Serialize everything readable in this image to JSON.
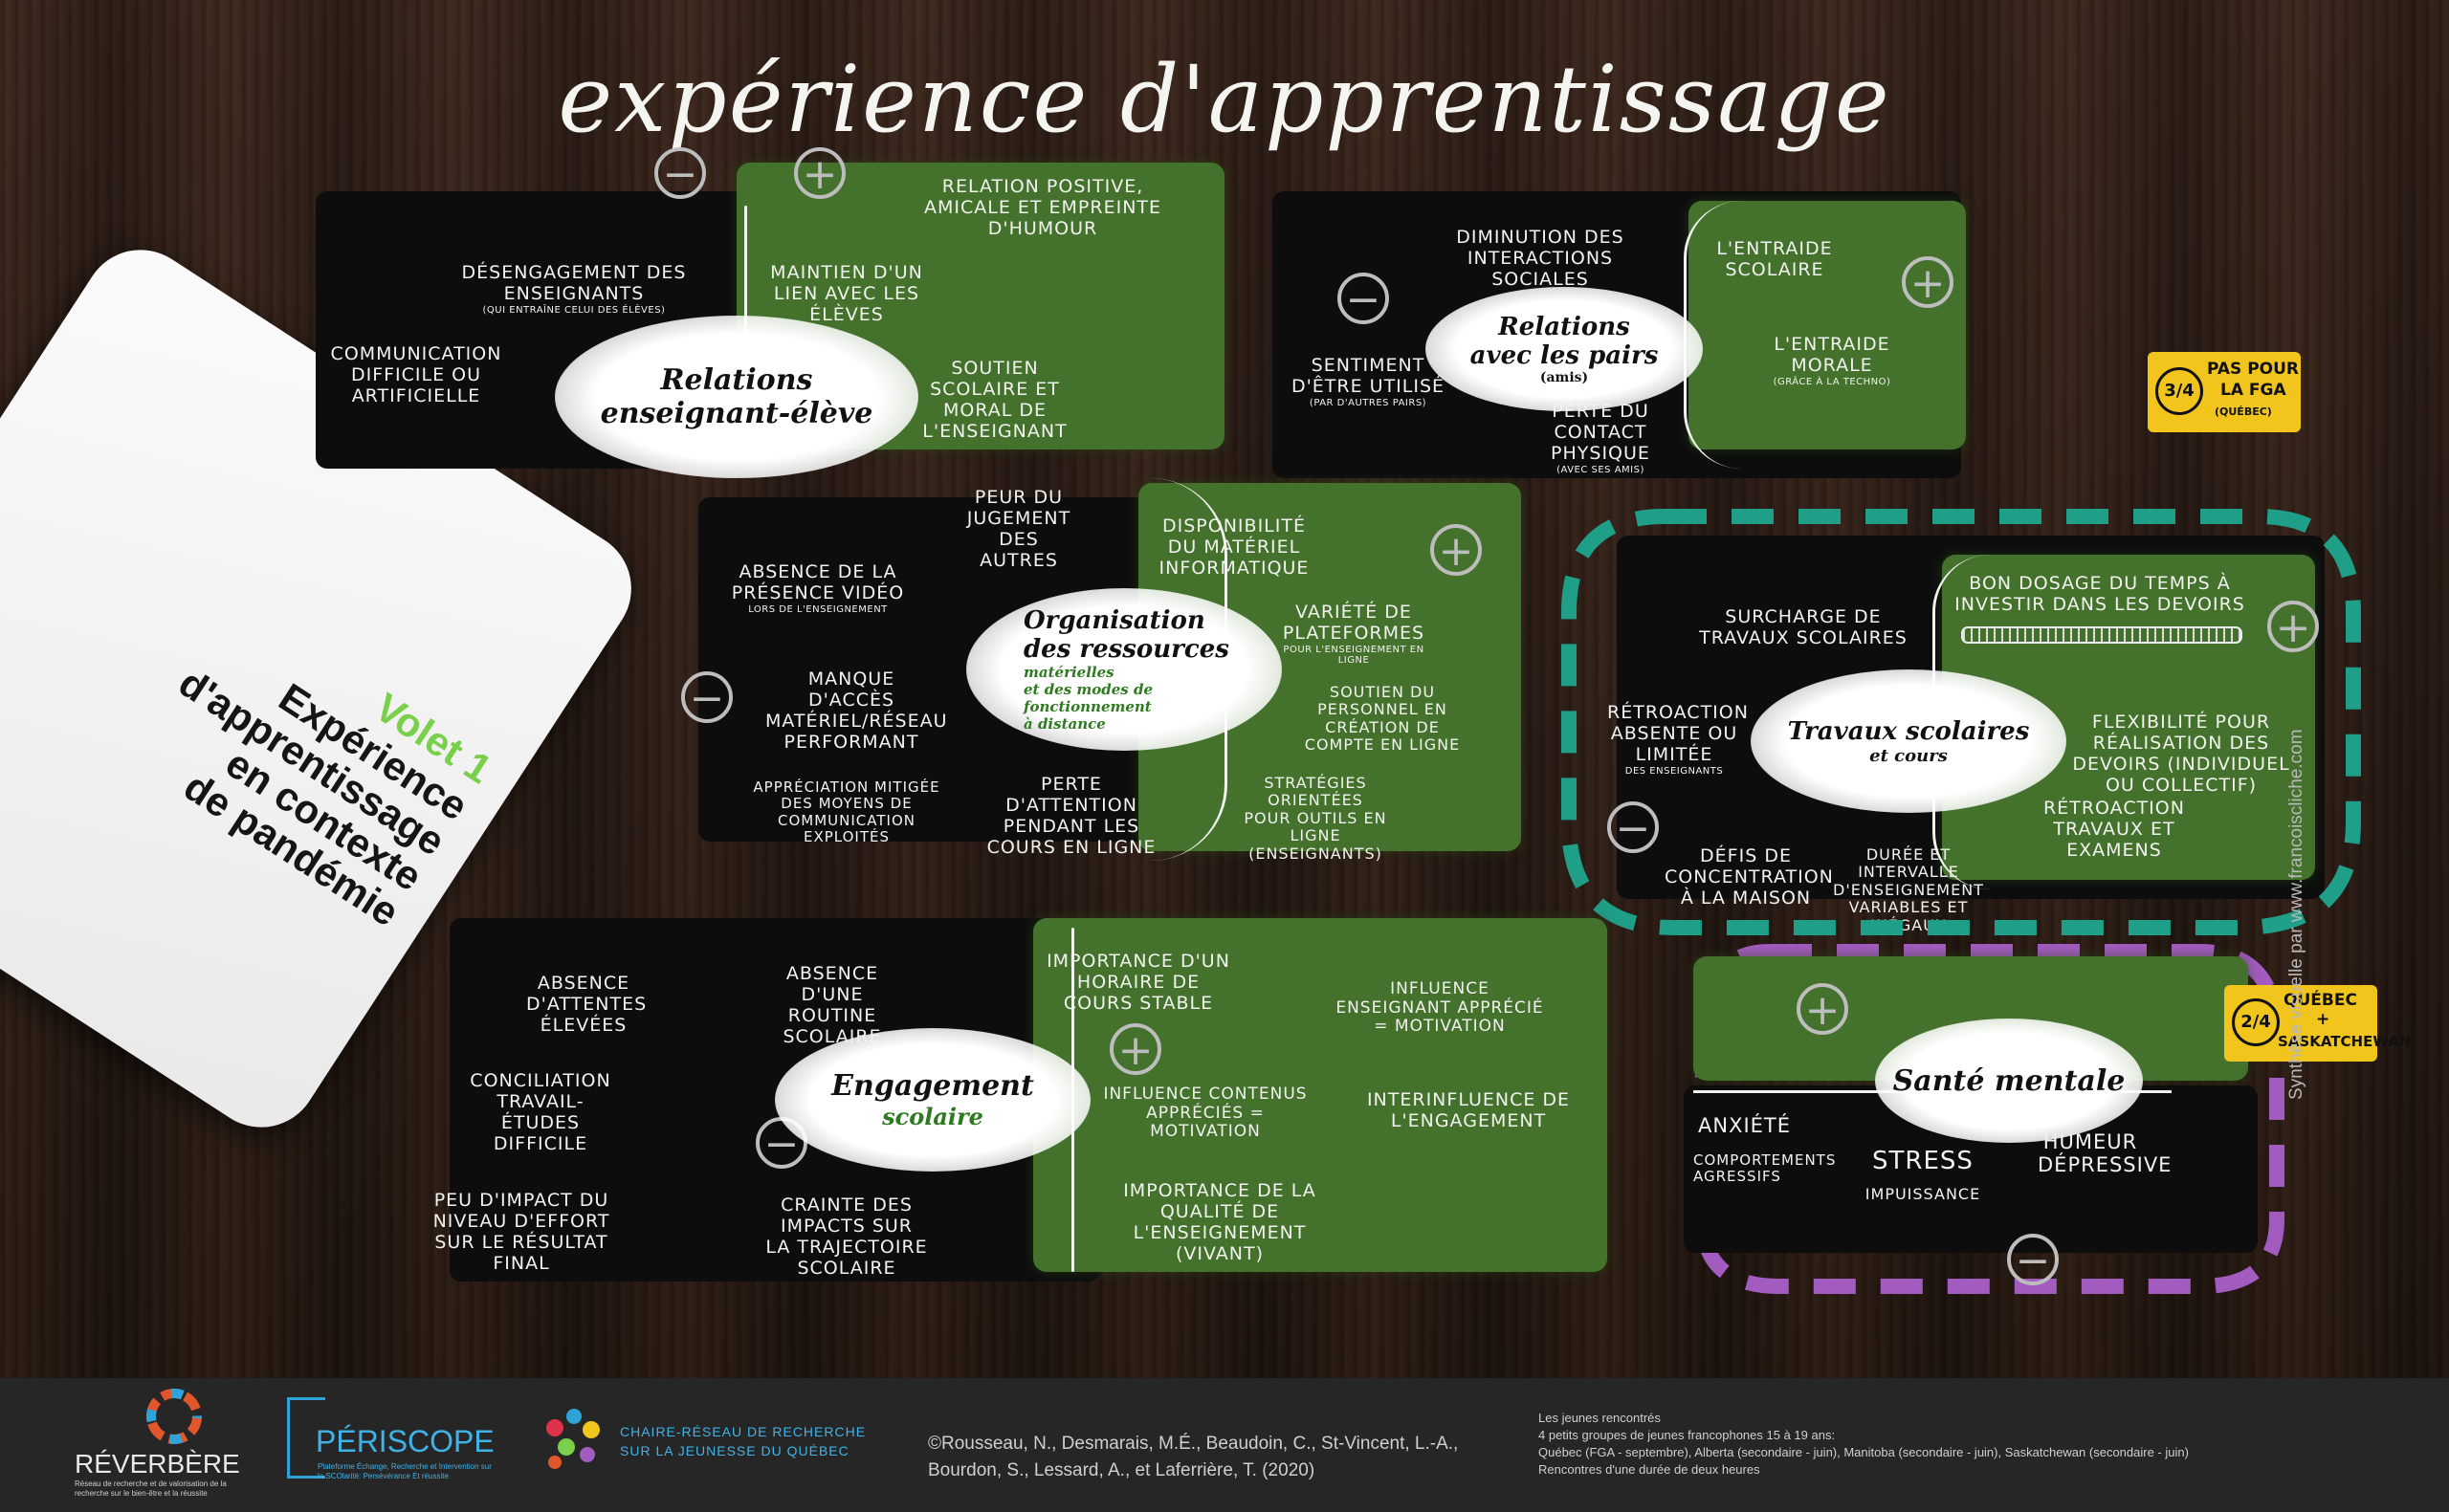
{
  "title": "expérience d'apprentissage",
  "volet": {
    "label": "Volet 1",
    "heading_lines": [
      "Expérience",
      "d'apprentissage",
      "en contexte",
      "de pandémie"
    ]
  },
  "colors": {
    "green": "#44722d",
    "yellow": "#f2c51c",
    "teal": "#1f9e88",
    "purple": "#a25bbf",
    "white": "#f2f2ee"
  },
  "sections": {
    "enseignant": {
      "title_lines": [
        "Relations",
        "enseignant-élève"
      ],
      "neg_symbol": "−",
      "pos_symbol": "+",
      "neg": [
        {
          "text": "Désengagement des enseignants",
          "note": "(qui entraîne celui des élèves)"
        },
        {
          "text": "Communication difficile ou artificielle"
        }
      ],
      "pos": [
        {
          "text": "Relation positive, amicale et empreinte d'humour"
        },
        {
          "text": "Maintien d'un lien avec les élèves"
        },
        {
          "text": "Soutien scolaire et moral de l'enseignant"
        }
      ]
    },
    "pairs": {
      "title_lines": [
        "Relations",
        "avec les pairs"
      ],
      "title_note": "(amis)",
      "neg_symbol": "−",
      "pos_symbol": "+",
      "neg": [
        {
          "text": "Diminution des interactions sociales"
        },
        {
          "text": "Sentiment d'être utilisé",
          "note": "(par d'autres pairs)"
        },
        {
          "text": "Perte du contact physique",
          "note": "(avec ses amis)"
        }
      ],
      "pos": [
        {
          "text": "L'entraide scolaire"
        },
        {
          "text": "L'entraide morale",
          "note": "(grâce à la techno)"
        }
      ]
    },
    "ressources": {
      "title_lines": [
        "Organisation",
        "des ressources"
      ],
      "sub_lines": [
        "matérielles",
        "et des modes de",
        "fonctionnement",
        "à distance"
      ],
      "neg_symbol": "−",
      "pos_symbol": "+",
      "neg": [
        {
          "text": "Peur du jugement des autres"
        },
        {
          "text": "Absence de la présence vidéo",
          "note": "lors de l'enseignement"
        },
        {
          "text": "Manque d'accès matériel/réseau performant"
        },
        {
          "text": "Appréciation mitigée des moyens de communication exploités"
        },
        {
          "text": "Perte d'attention pendant les cours en ligne"
        }
      ],
      "pos": [
        {
          "text": "Disponibilité du matériel informatique"
        },
        {
          "text": "Variété de plateformes",
          "note": "pour l'enseignement en ligne"
        },
        {
          "text": "Soutien du personnel en création de compte en ligne"
        },
        {
          "text": "Stratégies orientées pour outils en ligne (enseignants)"
        }
      ]
    },
    "travaux": {
      "title_lines": [
        "Travaux scolaires",
        "et cours"
      ],
      "neg_symbol": "−",
      "pos_symbol": "+",
      "neg": [
        {
          "text": "Surcharge de travaux scolaires"
        },
        {
          "text": "Rétroaction absente ou limitée",
          "note": "des enseignants"
        },
        {
          "text": "Défis de concentration à la maison"
        },
        {
          "text": "Durée et intervalle d'enseignement variables et inégaux"
        }
      ],
      "pos": [
        {
          "text": "Bon dosage du temps à investir dans les devoirs"
        },
        {
          "text": "Flexibilité pour réalisation des devoirs (individuel ou collectif)"
        },
        {
          "text": "Rétroaction travaux et examens"
        }
      ],
      "badge": {
        "fraction": "3/4",
        "text": [
          "Pas pour",
          "la FGA"
        ],
        "note": "(Québec)"
      }
    },
    "engagement": {
      "title_lines": [
        "Engagement",
        "scolaire"
      ],
      "neg_symbol": "−",
      "pos_symbol": "+",
      "neg": [
        {
          "text": "Absence d'attentes élevées"
        },
        {
          "text": "Absence d'une routine scolaire"
        },
        {
          "text": "Conciliation travail-études difficile"
        },
        {
          "text": "Peu d'impact du niveau d'effort sur le résultat final"
        },
        {
          "text": "Crainte des impacts sur la trajectoire scolaire"
        }
      ],
      "pos": [
        {
          "text": "Importance d'un horaire de cours stable"
        },
        {
          "text": "Influence enseignant apprécié = motivation"
        },
        {
          "text": "Influence contenus appréciés = motivation"
        },
        {
          "text": "Interinfluence de l'engagement"
        },
        {
          "text": "Importance de la qualité de l'enseignement (vivant)"
        }
      ]
    },
    "sante": {
      "title": "Santé mentale",
      "neg_symbol": "−",
      "pos_symbol": "+",
      "neg": [
        {
          "text": "Anxiété"
        },
        {
          "text": "Comportements agressifs"
        },
        {
          "text": "Stress"
        },
        {
          "text": "Impuissance"
        },
        {
          "text": "Humeur dépressive"
        }
      ],
      "badge": {
        "fraction": "2/4",
        "text": [
          "Québec",
          "+",
          "Saskatchewan"
        ]
      }
    }
  },
  "side_credit": "Synthèse visuelle par www.francoiscliche.com",
  "footer": {
    "logos": {
      "reverbere": {
        "name": "RÉVERBÈRE",
        "sub": "Réseau de recherche et de valorisation de la recherche sur le bien-être et la réussite"
      },
      "periscope": {
        "name": "PÉRISCOPE",
        "sub": "Plateforme Échange, Recherche et Intervention sur la SCOlarité: Persévérance Et réussite"
      },
      "chaire": {
        "lines": [
          "CHAIRE-RÉSEAU DE RECHERCHE",
          "SUR LA JEUNESSE DU QUÉBEC"
        ]
      }
    },
    "citation": [
      "©Rousseau, N., Desmarais, M.É., Beaudoin, C., St-Vincent, L.-A.,",
      "Bourdon, S., Lessard, A., et Laferrière, T. (2020)"
    ],
    "info": [
      "Les jeunes rencontrés",
      "4 petits groupes de jeunes francophones 15 à 19 ans:",
      "Québec (FGA - septembre), Alberta (secondaire - juin), Manitoba (secondaire - juin), Saskatchewan (secondaire - juin)",
      "Rencontres d'une durée de deux heures"
    ]
  }
}
